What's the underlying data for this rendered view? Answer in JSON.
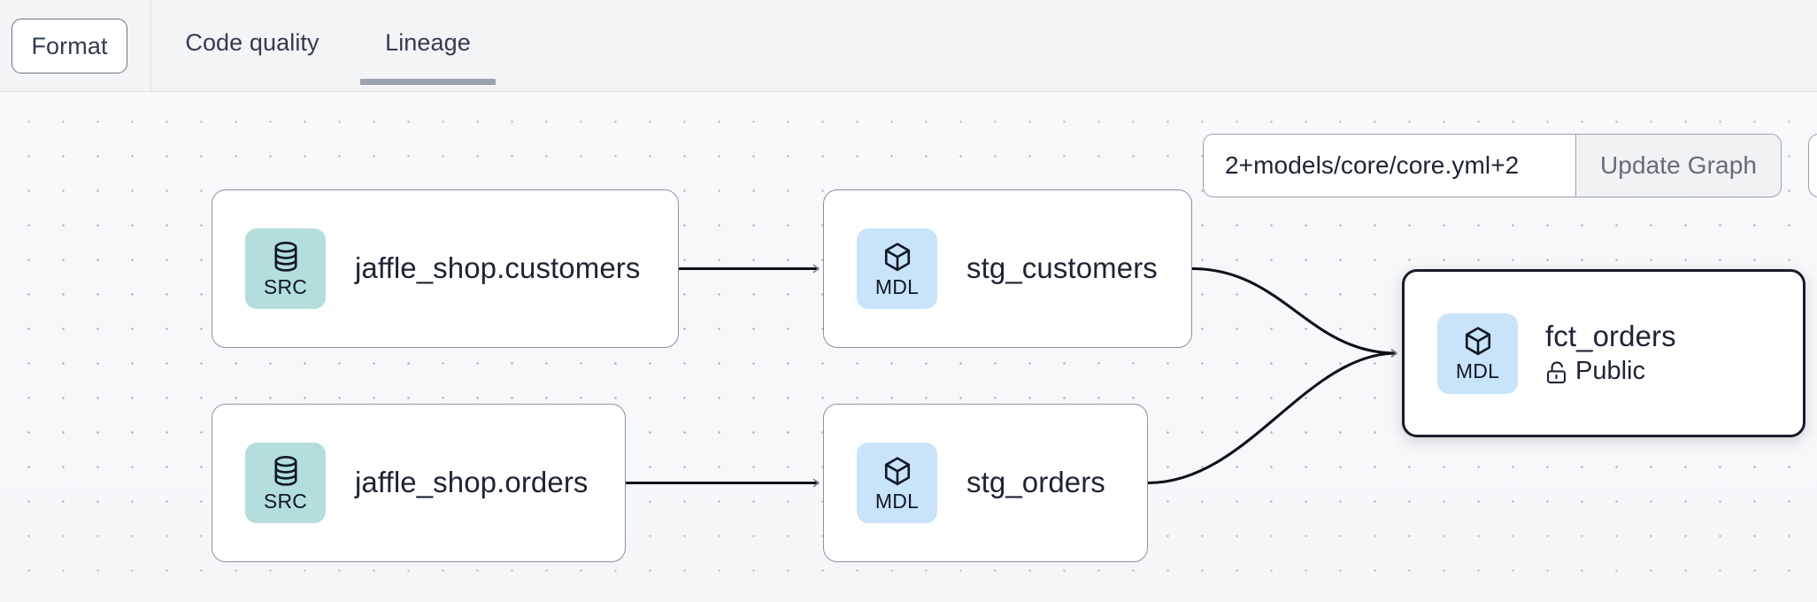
{
  "toolbar": {
    "format_label": "Format",
    "tabs": [
      {
        "label": "Code quality",
        "active": false
      },
      {
        "label": "Lineage",
        "active": true
      }
    ]
  },
  "lineage": {
    "filter": {
      "value": "2+models/core/core.yml+2",
      "placeholder": "2+models/core/core.yml+2",
      "update_button_label": "Update Graph"
    },
    "nodes": [
      {
        "id": "src-customers",
        "badge": "SRC",
        "badge_icon": "database-icon",
        "title": "jaffle_shop.customers",
        "selected": false
      },
      {
        "id": "mdl-stg-customers",
        "badge": "MDL",
        "badge_icon": "cube-icon",
        "title": "stg_customers",
        "selected": false
      },
      {
        "id": "src-orders",
        "badge": "SRC",
        "badge_icon": "database-icon",
        "title": "jaffle_shop.orders",
        "selected": false
      },
      {
        "id": "mdl-stg-orders",
        "badge": "MDL",
        "badge_icon": "cube-icon",
        "title": "stg_orders",
        "selected": false
      },
      {
        "id": "mdl-fct-orders",
        "badge": "MDL",
        "badge_icon": "cube-icon",
        "title": "fct_orders",
        "access": "Public",
        "access_icon": "unlock-icon",
        "selected": true
      }
    ],
    "edges": [
      {
        "from": "src-customers",
        "to": "mdl-stg-customers",
        "shape": "straight"
      },
      {
        "from": "src-orders",
        "to": "mdl-stg-orders",
        "shape": "straight"
      },
      {
        "from": "mdl-stg-customers",
        "to": "mdl-fct-orders",
        "shape": "bezier"
      },
      {
        "from": "mdl-stg-orders",
        "to": "mdl-fct-orders",
        "shape": "bezier"
      }
    ]
  },
  "colors": {
    "canvas_background": "#f7f8fa",
    "grid_dot": "#b9bdca",
    "topbar_background": "#f3f4f6",
    "src_badge": "#b3dedc",
    "mdl_badge": "#c9e4fa",
    "node_border": "#8b92a1",
    "node_border_selected": "#171c28",
    "edge_stroke": "#0d1117",
    "tab_underline": "#9ba3af",
    "text_primary": "#1d2433",
    "text_muted": "#646c7c"
  }
}
